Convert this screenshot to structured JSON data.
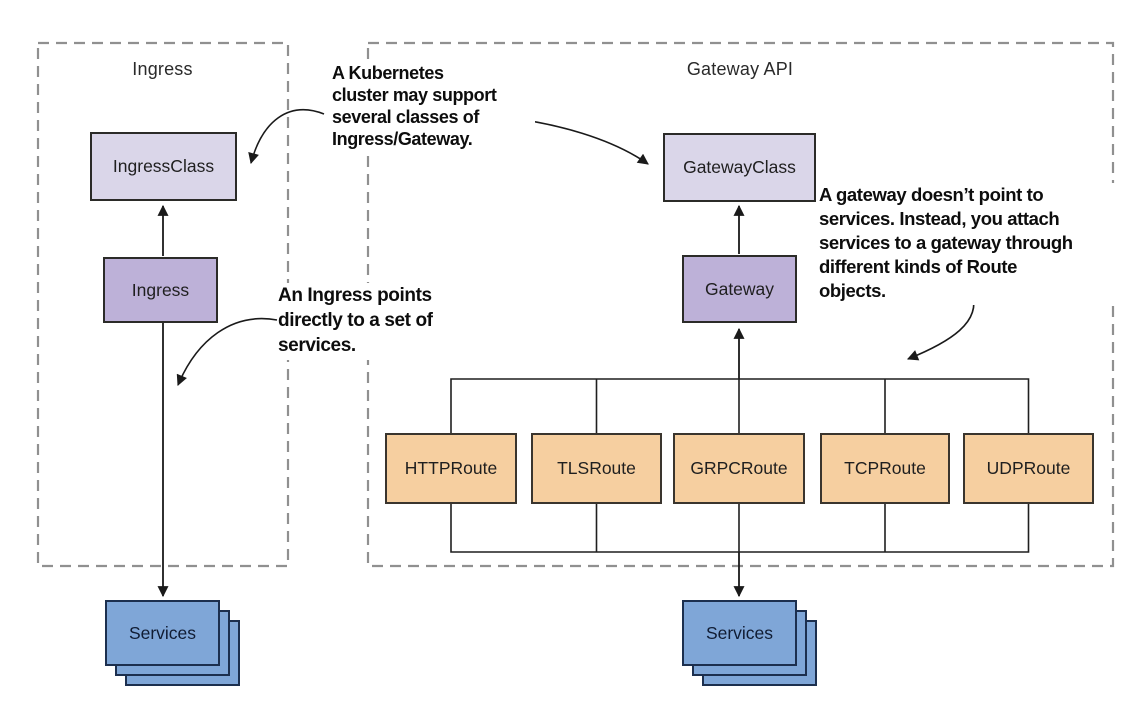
{
  "left_group": {
    "title": "Ingress",
    "nodes": {
      "ingress_class": "IngressClass",
      "ingress": "Ingress",
      "services": "Services"
    }
  },
  "right_group": {
    "title": "Gateway API",
    "nodes": {
      "gateway_class": "GatewayClass",
      "gateway": "Gateway",
      "services": "Services"
    },
    "routes": [
      "HTTPRoute",
      "TLSRoute",
      "GRPCRoute",
      "TCPRoute",
      "UDPRoute"
    ]
  },
  "annotations": {
    "classes_note": "A Kubernetes\ncluster may support\nseveral classes of\nIngress/Gateway.",
    "ingress_note": "An Ingress points\ndirectly to a set of\nservices.",
    "gateway_note": "A gateway doesn’t point to\nservices. Instead, you attach\nservices to a gateway through\ndifferent kinds of Route\nobjects."
  },
  "colors": {
    "class_box_fill": "#dad6e9",
    "resource_box_fill": "#bdb1d8",
    "route_box_fill": "#f6cfa0",
    "services_box_fill": "#7fa6d7",
    "box_border": "#2b2b28",
    "dashed_border": "#909090",
    "arrow": "#1a1a1a"
  }
}
